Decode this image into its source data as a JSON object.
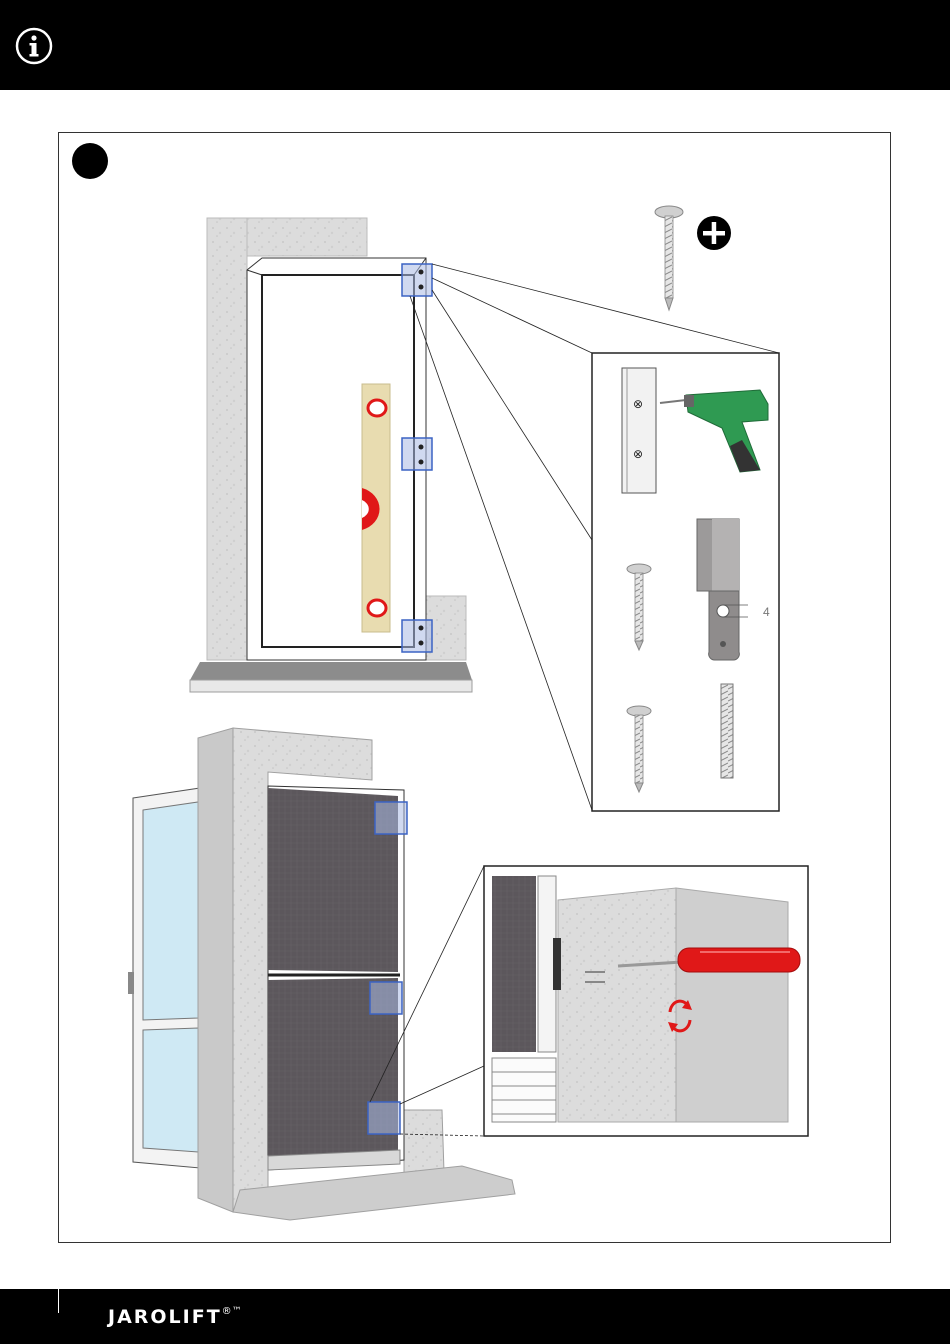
{
  "header": {
    "icon": "info-icon"
  },
  "step": {
    "marker": "filled-circle"
  },
  "detail": {
    "hole_dimension": "4"
  },
  "footer": {
    "brand": "JAROLIFT",
    "mark": "®™"
  },
  "colors": {
    "bar": "#000000",
    "drill": "#2f9a52",
    "screwdriver": "#e01818",
    "level": "#e8dcb0",
    "highlight": "#3b63c4",
    "concrete": "#d9d9d9",
    "mesh": "#5e5a5e"
  }
}
